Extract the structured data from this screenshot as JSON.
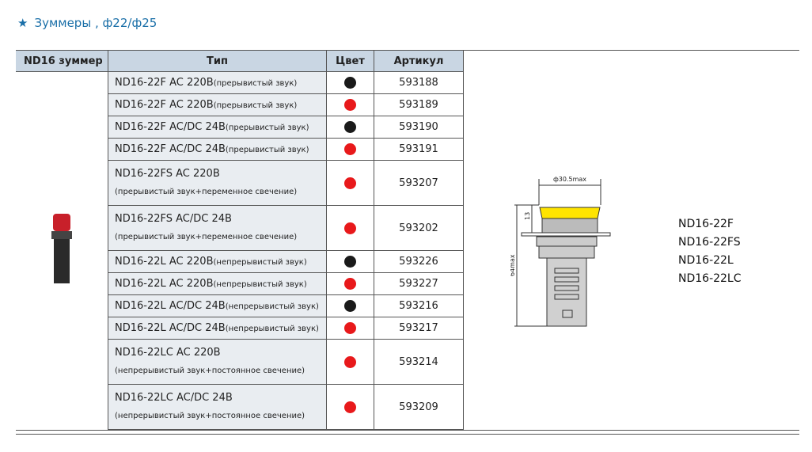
{
  "title": "Зуммеры , ф22/ф25",
  "headers": {
    "product": "ND16 зуммер",
    "type": "Тип",
    "color": "Цвет",
    "article": "Артикул"
  },
  "colors": {
    "black": "#1a1a1a",
    "red": "#e8191b"
  },
  "rows": [
    {
      "model": "ND16-22F AC 220В",
      "note": "(прерывистый звук)",
      "color": "black",
      "article": "593188",
      "tall": false
    },
    {
      "model": "ND16-22F AC 220В",
      "note": "(прерывистый звук)",
      "color": "red",
      "article": "593189",
      "tall": false
    },
    {
      "model": "ND16-22F AC/DC 24В",
      "note": "(прерывистый звук)",
      "color": "black",
      "article": "593190",
      "tall": false
    },
    {
      "model": "ND16-22F AC/DC 24В",
      "note": "(прерывистый звук)",
      "color": "red",
      "article": "593191",
      "tall": false
    },
    {
      "model": "ND16-22FS AC 220В",
      "note": "(прерывистый звук+переменное свечение)",
      "color": "red",
      "article": "593207",
      "tall": true
    },
    {
      "model": "ND16-22FS AC/DC 24В",
      "note": "(прерывистый звук+переменное свечение)",
      "color": "red",
      "article": "593202",
      "tall": true
    },
    {
      "model": "ND16-22L AC 220В",
      "note": "(непрерывистый звук)",
      "color": "black",
      "article": "593226",
      "tall": false
    },
    {
      "model": "ND16-22L AC 220В",
      "note": "(непрерывистый звук)",
      "color": "red",
      "article": "593227",
      "tall": false
    },
    {
      "model": "ND16-22L AC/DC 24В",
      "note": "(непрерывистый звук)",
      "color": "black",
      "article": "593216",
      "tall": false
    },
    {
      "model": "ND16-22L AC/DC 24В",
      "note": "(непрерывистый звук)",
      "color": "red",
      "article": "593217",
      "tall": false
    },
    {
      "model": "ND16-22LC AC 220В",
      "note": "(непрерывистый звук+постоянное свечение)",
      "color": "red",
      "article": "593214",
      "tall": true
    },
    {
      "model": "ND16-22LC AC/DC 24В",
      "note": "(непрерывистый звук+постоянное свечение)",
      "color": "red",
      "article": "593209",
      "tall": true
    }
  ],
  "drawing": {
    "diameter": "ф30.5max",
    "height_top": "13",
    "height_total": "64max"
  },
  "models": [
    "ND16-22F",
    "ND16-22FS",
    "ND16-22L",
    "ND16-22LC"
  ]
}
